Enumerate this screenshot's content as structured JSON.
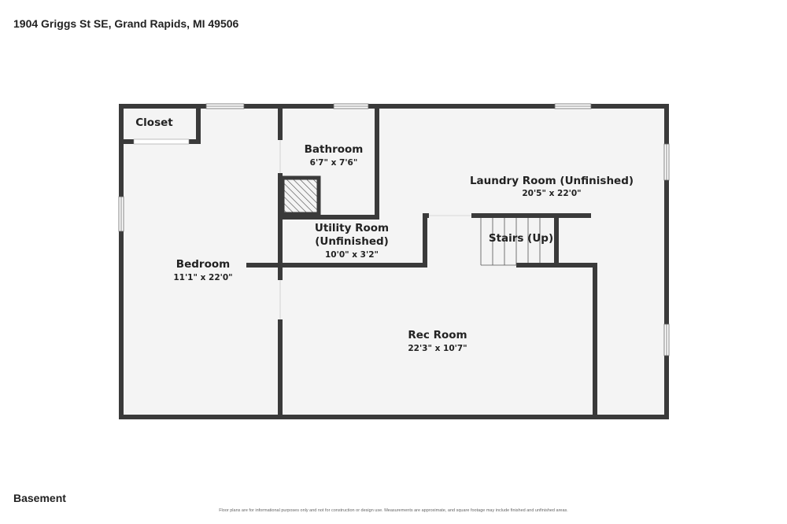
{
  "address": "1904 Griggs St SE, Grand Rapids, MI 49506",
  "floor_label": "Basement",
  "disclaimer": "Floor plans are for informational purposes only and not for construction or design use. Measurements are approximate, and square footage may include finished and unfinished areas.",
  "rooms": {
    "closet": {
      "name": "Closet"
    },
    "bathroom": {
      "name": "Bathroom",
      "dims": "6'7\" x 7'6\""
    },
    "laundry": {
      "name": "Laundry Room (Unfinished)",
      "dims": "20'5\" x 22'0\""
    },
    "utility": {
      "name_line1": "Utility Room",
      "name_line2": "(Unfinished)",
      "dims": "10'0\" x 3'2\""
    },
    "stairs": {
      "name": "Stairs (Up)"
    },
    "bedroom": {
      "name": "Bedroom",
      "dims": "11'1\" x 22'0\""
    },
    "rec": {
      "name": "Rec Room",
      "dims": "22'3\" x 10'7\""
    }
  },
  "colors": {
    "wall": "#3a3a3a",
    "floor": "#f4f4f4",
    "window": "#ffffff"
  }
}
